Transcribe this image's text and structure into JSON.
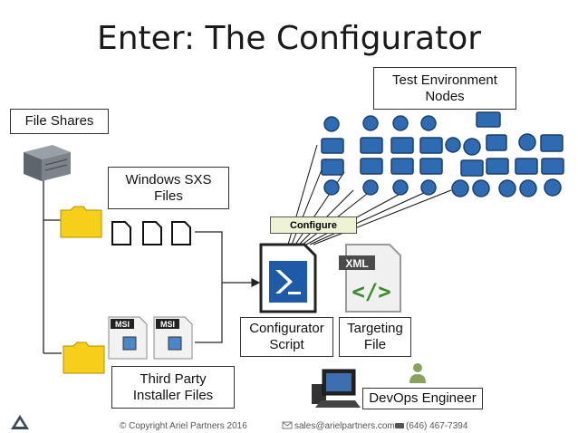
{
  "title": "Enter: The Configurator",
  "labels": {
    "file_shares": "File Shares",
    "windows_sxs": "Windows SXS\nFiles",
    "third_party": "Third Party\nInstaller Files",
    "test_env": "Test Environment\nNodes",
    "configure": "Configure",
    "configurator_script": "Configurator\nScript",
    "targeting_file": "Targeting\nFile",
    "devops": "DevOps Engineer",
    "msi": "MSI",
    "xml": "XML"
  },
  "footer": {
    "copyright": "© Copyright Ariel Partners 2016",
    "email": "sales@arielpartners.com",
    "phone": "(646) 467-7394"
  },
  "colors": {
    "node_fill": "#2f6bb3",
    "folder": "#f5cf1a",
    "configure_bg": "#eef3d6"
  }
}
